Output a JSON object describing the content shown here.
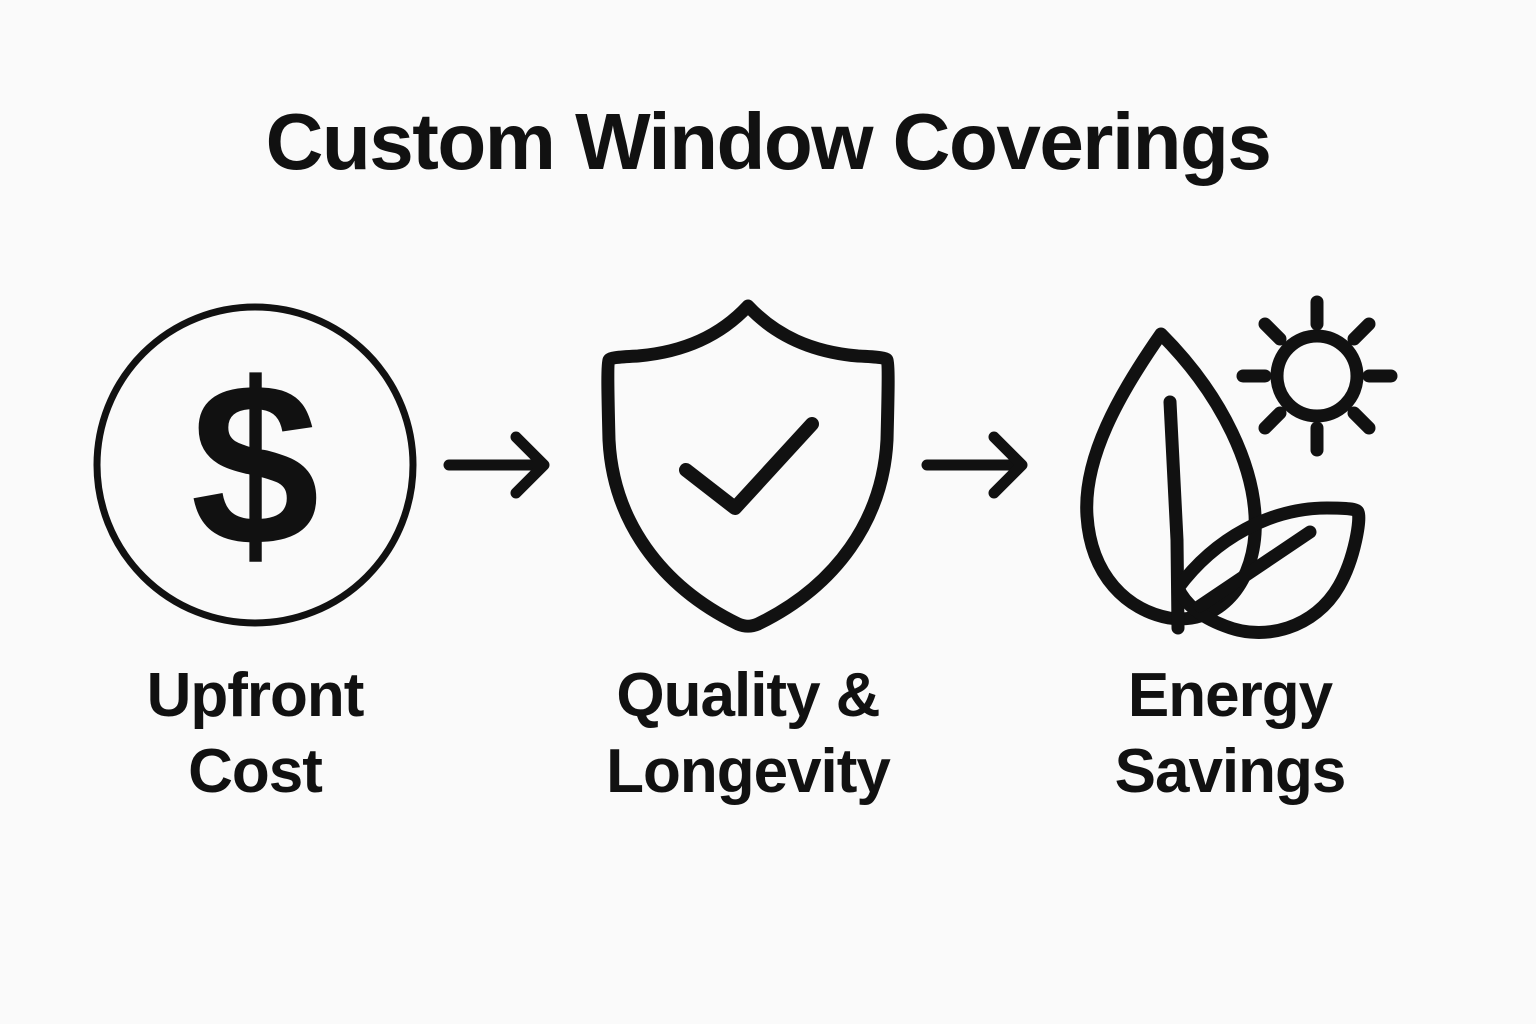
{
  "title": "Custom Window Coverings",
  "background_color": "#fafafa",
  "stroke_color": "#111111",
  "steps": [
    {
      "id": "upfront-cost",
      "icon": "dollar-circle-icon",
      "label_line1": "Upfront",
      "label_line2": "Cost",
      "symbol": "$"
    },
    {
      "id": "quality-longevity",
      "icon": "shield-check-icon",
      "label_line1": "Quality &",
      "label_line2": "Longevity"
    },
    {
      "id": "energy-savings",
      "icon": "leaves-sun-icon",
      "label_line1": "Energy",
      "label_line2": "Savings"
    }
  ],
  "connectors": [
    {
      "id": "arrow-1",
      "icon": "arrow-right-icon"
    },
    {
      "id": "arrow-2",
      "icon": "arrow-right-icon"
    }
  ]
}
